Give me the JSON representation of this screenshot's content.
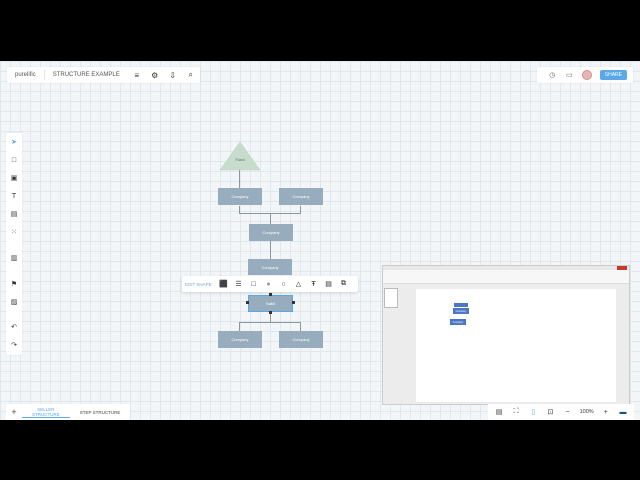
{
  "topbar": {
    "workspace": "purelific",
    "doc_title": "STRUCTURE EXAMPLE"
  },
  "rightbar": {
    "share_label": "SHARE"
  },
  "diagram": {
    "root_label": "Fund",
    "company_label": "Company",
    "selected_label": "Sabil"
  },
  "context_menu": {
    "label": "EDIT SHAPE"
  },
  "bottom": {
    "tab1_line1": "SELLER",
    "tab1_line2": "STRUCTURE",
    "tab2": "STEP STRUCTURE"
  },
  "zoom": {
    "value": "100%"
  },
  "ppt_preview": {
    "mini_label": "Company"
  },
  "colors": {
    "node": "#97adbd",
    "accent": "#5aa8e8",
    "triangle": "#c8dccd",
    "mini_node": "#4a76c4"
  }
}
